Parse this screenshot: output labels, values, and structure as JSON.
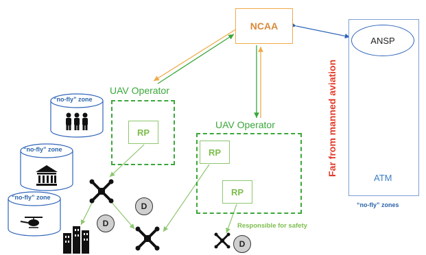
{
  "ncaa": {
    "label": "NCAA"
  },
  "ansp": {
    "label": "ANSP"
  },
  "atm": {
    "label": "ATM"
  },
  "far_label": "Far from manned aviation",
  "nofly_zones_label": "“no-fly” zones",
  "operators": [
    {
      "label": "UAV Operator"
    },
    {
      "label": "UAV Operator"
    }
  ],
  "rp_label": "RP",
  "responsible_label": "Responsible for safety",
  "nofly_zone_label": "“no-fly” zone",
  "drone_marker": "D",
  "colors": {
    "green": "#3aa63a",
    "light_green": "#8cc66e",
    "orange": "#f0a94a",
    "blue": "#2e64b8",
    "red": "#e23b2b"
  },
  "icons": [
    "people-icon",
    "building-icon",
    "helicopter-icon",
    "airplane-icon",
    "drone-icon",
    "city-icon"
  ]
}
